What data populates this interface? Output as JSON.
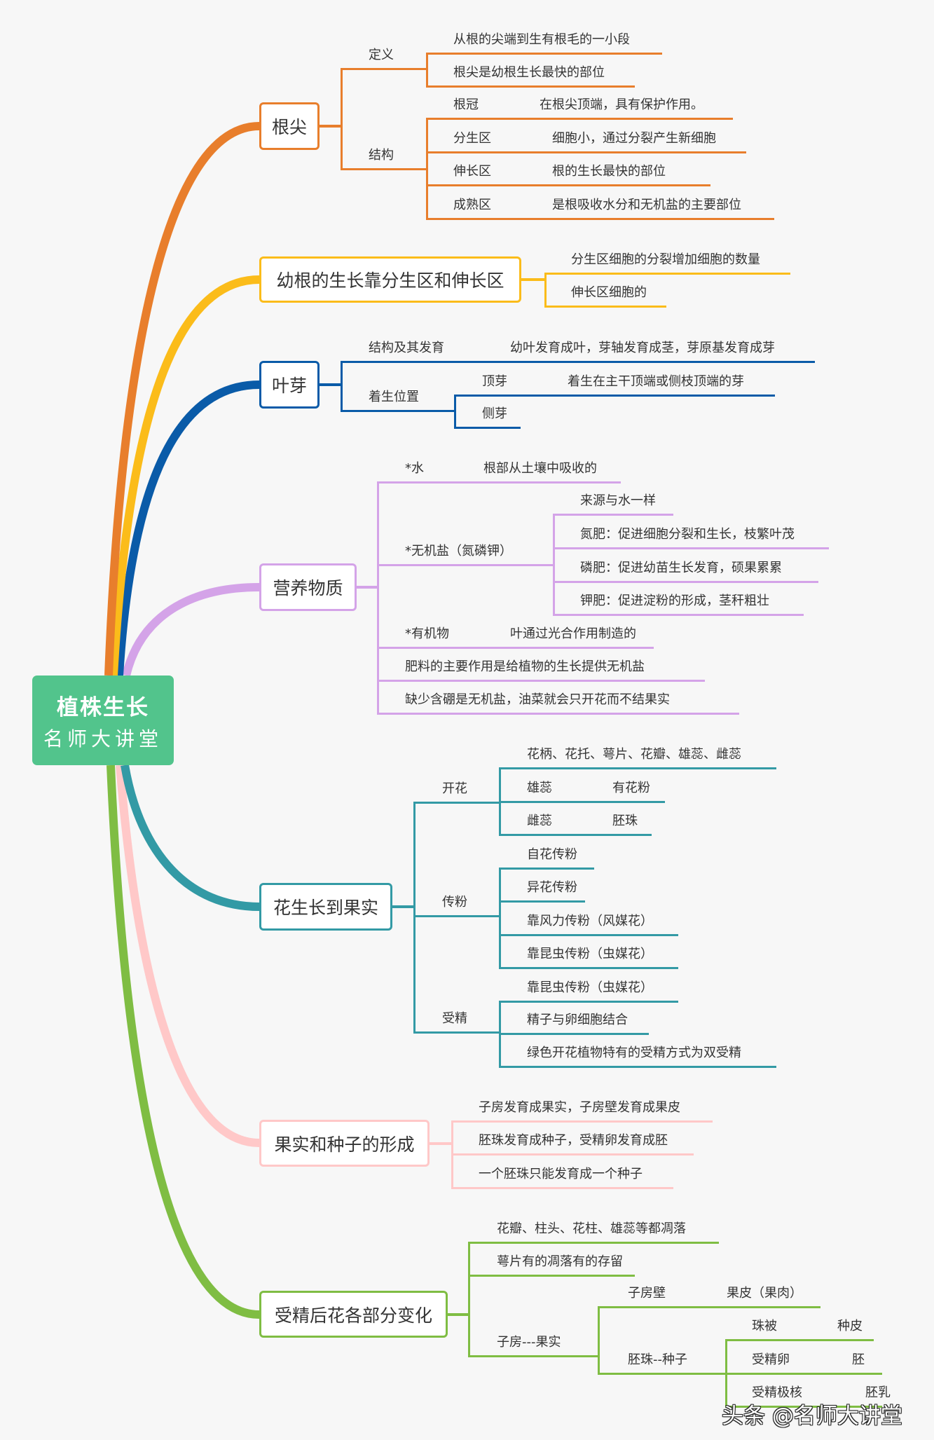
{
  "center": {
    "title": "植株生长",
    "subtitle": "名师大讲堂"
  },
  "colors": {
    "s1": "#e87e2c",
    "s2": "#fbbc1a",
    "s3": "#0a5ba8",
    "s4": "#d4a3e8",
    "s5": "#339aa5",
    "s6": "#ffc8c8",
    "s7": "#7fbd43",
    "center": "#52c48c"
  },
  "s1": {
    "label": "根尖",
    "def": {
      "label": "定义",
      "items": [
        "从根的尖端到生有根毛的一小段",
        "根尖是幼根生长最快的部位"
      ]
    },
    "struct": {
      "label": "结构",
      "items": [
        {
          "k": "根冠",
          "v": "在根尖顶端，具有保护作用。"
        },
        {
          "k": "分生区",
          "v": "细胞小，通过分裂产生新细胞"
        },
        {
          "k": "伸长区",
          "v": "根的生长最快的部位"
        },
        {
          "k": "成熟区",
          "v": "是根吸收水分和无机盐的主要部位"
        }
      ]
    }
  },
  "s2": {
    "label": "幼根的生长靠分生区和伸长区",
    "items": [
      "分生区细胞的分裂增加细胞的数量",
      "伸长区细胞的"
    ]
  },
  "s3": {
    "label": "叶芽",
    "a": {
      "k": "结构及其发育",
      "v": "幼叶发育成叶，芽轴发育成茎，芽原基发育成芽"
    },
    "b": {
      "label": "着生位置",
      "items": [
        {
          "k": "顶芽",
          "v": "着生在主干顶端或侧枝顶端的芽"
        },
        {
          "k": "侧芽"
        }
      ]
    }
  },
  "s4": {
    "label": "营养物质",
    "water": {
      "k": "*水",
      "v": "根部从土壤中吸收的"
    },
    "salt": {
      "label": "*无机盐（氮磷钾）",
      "items": [
        "来源与水一样",
        "氮肥：促进细胞分裂和生长，枝繁叶茂",
        "磷肥：促进幼苗生长发育，硕果累累",
        "钾肥：促进淀粉的形成，茎秆粗壮"
      ]
    },
    "organic": {
      "k": "*有机物",
      "v": "叶通过光合作用制造的"
    },
    "notes": [
      "肥料的主要作用是给植物的生长提供无机盐",
      "缺少含硼是无机盐，油菜就会只开花而不结果实"
    ]
  },
  "s5": {
    "label": "花生长到果实",
    "bloom": {
      "label": "开花",
      "items": [
        {
          "k": "花柄、花托、萼片、花瓣、雄蕊、雌蕊"
        },
        {
          "k": "雄蕊",
          "v": "有花粉"
        },
        {
          "k": "雌蕊",
          "v": "胚珠"
        }
      ]
    },
    "pollen": {
      "label": "传粉",
      "items": [
        "自花传粉",
        "异花传粉",
        "靠风力传粉（风媒花）",
        "靠昆虫传粉（虫媒花）"
      ]
    },
    "fert": {
      "label": "受精",
      "items": [
        "靠昆虫传粉（虫媒花）",
        "精子与卵细胞结合",
        "绿色开花植物特有的受精方式为双受精"
      ]
    }
  },
  "s6": {
    "label": "果实和种子的形成",
    "items": [
      "子房发育成果实，子房壁发育成果皮",
      "胚珠发育成种子，受精卵发育成胚",
      "一个胚珠只能发育成一个种子"
    ]
  },
  "s7": {
    "label": "受精后花各部分变化",
    "items": [
      "花瓣、柱头、花柱、雄蕊等都凋落",
      "萼片有的凋落有的存留"
    ],
    "ovary": {
      "label": "子房---果实",
      "wall": {
        "k": "子房壁",
        "v": "果皮（果肉）"
      },
      "ovule": {
        "label": "胚珠--种子",
        "items": [
          {
            "k": "珠被",
            "v": "种皮"
          },
          {
            "k": "受精卵",
            "v": "胚"
          },
          {
            "k": "受精极核",
            "v": "胚乳"
          }
        ]
      }
    }
  },
  "watermark": "头条 @名师大讲堂"
}
